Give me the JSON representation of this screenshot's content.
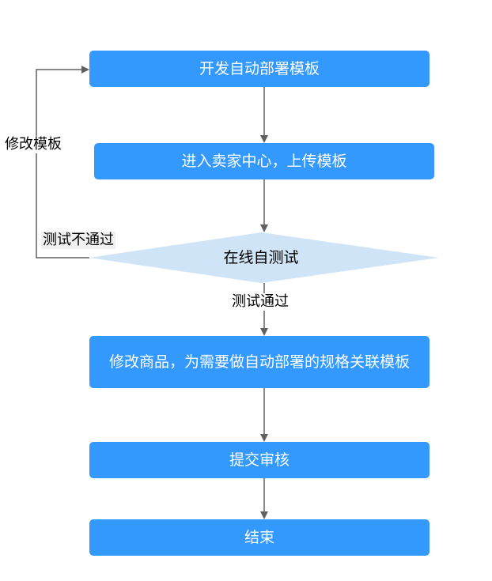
{
  "nodes": {
    "develop": "开发自动部署模板",
    "upload": "进入卖家中心，上传模板",
    "online_test": "在线自测试",
    "modify_product": "修改商品，为需要做自动部署的规格关联模板",
    "submit_review": "提交审核",
    "end": "结束"
  },
  "edges": {
    "modify_template": "修改模板",
    "test_fail": "测试不通过",
    "test_pass": "测试通过"
  },
  "colors": {
    "process_box": "#3399ff",
    "decision": "#cfe4f7",
    "connector": "#606060"
  }
}
